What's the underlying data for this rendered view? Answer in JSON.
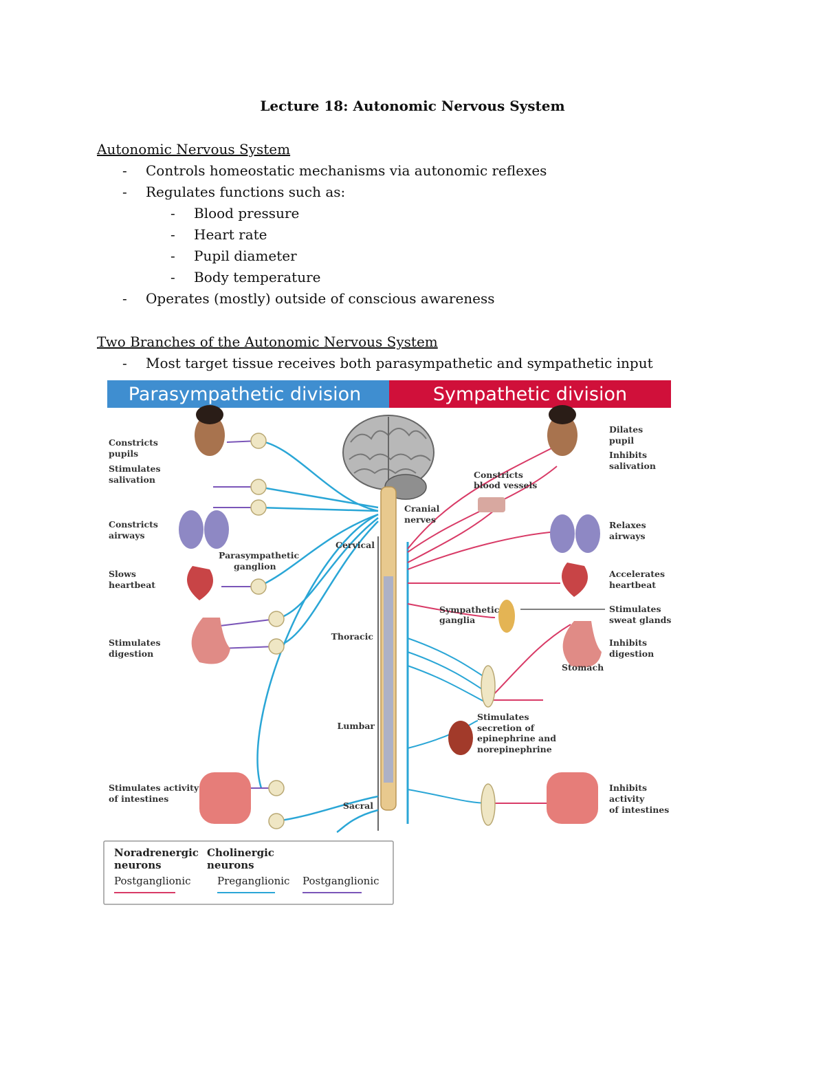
{
  "title": "Lecture 18: Autonomic Nervous System",
  "section1": {
    "heading": "Autonomic Nervous System",
    "bullets": [
      "Controls homeostatic mechanisms via autonomic reflexes",
      "Regulates functions such as:",
      "Operates (mostly) outside of conscious awareness"
    ],
    "sub_bullets": [
      "Blood pressure",
      "Heart rate",
      "Pupil diameter",
      "Body temperature"
    ]
  },
  "section2": {
    "heading": "Two Branches of the Autonomic Nervous System",
    "bullets": [
      "Most target tissue receives both parasympathetic and sympathetic input"
    ]
  },
  "figure": {
    "banner_left": "Parasympathetic division",
    "banner_right": "Sympathetic division",
    "colors": {
      "parasympathetic_banner": "#3f8ed0",
      "sympathetic_banner": "#d0103a",
      "preganglionic": "#2aa6d6",
      "cholinergic_postganglionic": "#7a55b8",
      "noradrenergic_postganglionic": "#d83a66",
      "spinal_cord": "#e8c98e"
    },
    "left_labels": {
      "eye_1": "Constricts",
      "eye_2": "pupils",
      "saliva_1": "Stimulates",
      "saliva_2": "salivation",
      "airways_1": "Constricts",
      "airways_2": "airways",
      "heart_1": "Slows",
      "heart_2": "heartbeat",
      "digest_1": "Stimulates",
      "digest_2": "digestion",
      "intest_1": "Stimulates activity",
      "intest_2": "of intestines",
      "ganglion_1": "Parasympathetic",
      "ganglion_2": "ganglion"
    },
    "right_labels": {
      "pupil_1": "Dilates",
      "pupil_2": "pupil",
      "saliva_1": "Inhibits",
      "saliva_2": "salivation",
      "vessels_1": "Constricts",
      "vessels_2": "blood vessels",
      "airways_1": "Relaxes",
      "airways_2": "airways",
      "heart_1": "Accelerates",
      "heart_2": "heartbeat",
      "sweat_1": "Stimulates",
      "sweat_2": "sweat glands",
      "digest_1": "Inhibits",
      "digest_2": "digestion",
      "stomach": "Stomach",
      "ganglia_1": "Sympathetic",
      "ganglia_2": "ganglia",
      "adrenal_1": "Stimulates",
      "adrenal_2": "secretion of",
      "adrenal_3": "epinephrine and",
      "adrenal_4": "norepinephrine",
      "intest_1": "Inhibits",
      "intest_2": "activity",
      "intest_3": "of intestines"
    },
    "cord_labels": {
      "cranial_1": "Cranial",
      "cranial_2": "nerves",
      "cervical": "Cervical",
      "thoracic": "Thoracic",
      "lumbar": "Lumbar",
      "sacral": "Sacral"
    },
    "legend": {
      "nor_1": "Noradrenergic",
      "nor_2": "neurons",
      "nor_post": "Postganglionic",
      "chol_1": "Cholinergic",
      "chol_2": "neurons",
      "chol_pre": "Preganglionic",
      "chol_post": "Postganglionic"
    }
  }
}
